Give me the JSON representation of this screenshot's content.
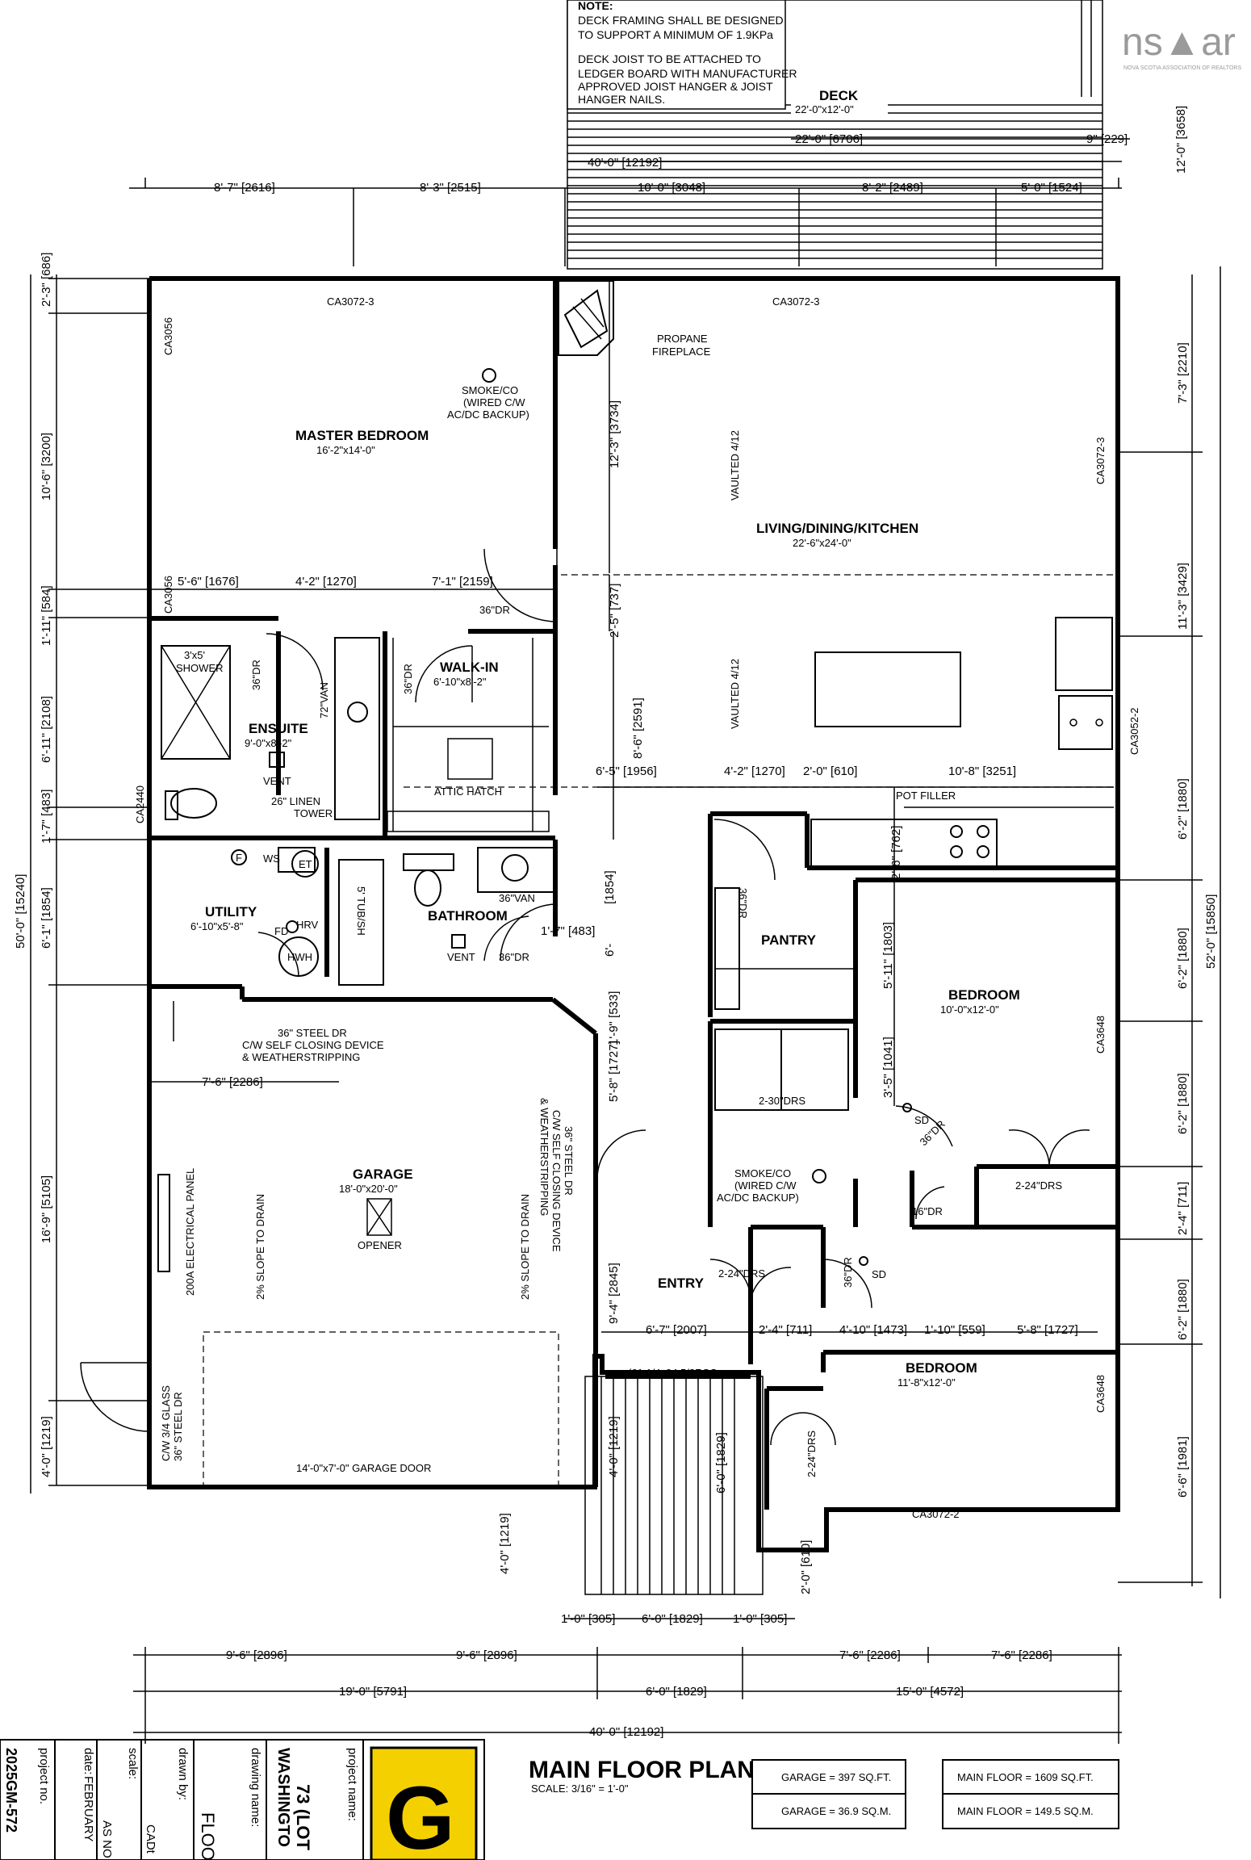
{
  "logo": {
    "brand": "ns▲ar",
    "caption": "NOVA SCOTIA ASSOCIATION OF REALTORS"
  },
  "deck_note": {
    "title": "NOTE:",
    "lines": [
      "DECK FRAMING SHALL BE DESIGNED",
      "TO SUPPORT A MINIMUM OF 1.9KPa",
      "",
      "DECK JOIST TO BE ATTACHED TO",
      "LEDGER BOARD WITH MANUFACTURER",
      "APPROVED JOIST HANGER & JOIST",
      "HANGER NAILS."
    ]
  },
  "deck": {
    "name": "DECK",
    "size": "22'-0\"x12'-0\""
  },
  "rooms": {
    "master": {
      "name": "MASTER BEDROOM",
      "size": "16'-2\"x14'-0\""
    },
    "living": {
      "name": "LIVING/DINING/KITCHEN",
      "size": "22'-6\"x24'-0\""
    },
    "ensuite": {
      "name": "ENSUITE",
      "size": "9'-0\"x8'-2\""
    },
    "walkin": {
      "name": "WALK-IN",
      "size": "6'-10\"x8'-2\""
    },
    "utility": {
      "name": "UTILITY",
      "size": "6'-10\"x5'-8\""
    },
    "bathroom": {
      "name": "BATHROOM"
    },
    "pantry": {
      "name": "PANTRY"
    },
    "bedroom1": {
      "name": "BEDROOM",
      "size": "10'-0\"x12'-0\""
    },
    "garage": {
      "name": "GARAGE",
      "size": "18'-0\"x20'-0\""
    },
    "entry": {
      "name": "ENTRY"
    },
    "bedroom2": {
      "name": "BEDROOM",
      "size": "11'-8\"x12'-0\""
    }
  },
  "notes": {
    "smoke1": [
      "SMOKE/CO",
      "(WIRED C/W",
      "AC/DC BACKUP)"
    ],
    "smoke2": [
      "SMOKE/CO",
      "(WIRED C/W",
      "AC/DC BACKUP)"
    ],
    "fireplace": [
      "PROPANE",
      "FIREPLACE"
    ],
    "vaulted": "VAULTED 4/12",
    "shower": [
      "3'x5'",
      "SHOWER"
    ],
    "vent": "VENT",
    "linen": [
      "26\" LINEN",
      "TOWER"
    ],
    "attic": "ATTIC HATCH",
    "van72": "72\"VAN",
    "van36": "36\"VAN",
    "tub": "5' TUB/SH",
    "ws": "WS",
    "et": "ET",
    "f": "F",
    "fd": "FD",
    "hrv": "HRV",
    "hwh": "HWH",
    "steel_dr": [
      "36\" STEEL DR",
      "C/W SELF CLOSING DEVICE",
      "& WEATHERSTRIPPING"
    ],
    "steel_dr_v": [
      "36\" STEEL DR",
      "C/W SELF CLOSING DEVICE",
      "& WEATHERSTRIPPING"
    ],
    "glass_dr": [
      "36\" STEEL DR",
      "C/W 3/4 GLASS"
    ],
    "panel": "200A ELECTRICAL PANEL",
    "slope": "2% SLOPE TO DRAIN",
    "opener": "OPENER",
    "garage_door": "14'-0\"x7'-0\" GARAGE DOOR",
    "pot_filler": "POT FILLER",
    "sd": "SD",
    "rso": "(61 1/4x94 5/8RSO",
    "dr36": "36\"DR",
    "dr16": "16\"DR",
    "drs_2_30": "2-30\"DRS",
    "drs_2_24": "2-24\"DRS"
  },
  "windows": {
    "ca3072_3a": "CA3072-3",
    "ca3072_3b": "CA3072-3",
    "ca3072_3r": "CA3072-3",
    "ca3056a": "CA3056",
    "ca3056b": "CA3056",
    "ca2440": "CA2440",
    "ca3052_2": "CA3052-2",
    "ca3648a": "CA3648",
    "ca3648b": "CA3648",
    "ca3072_2": "CA3072-2"
  },
  "dims": {
    "top_40": "40'-0\" [12192]",
    "top_1": "8'-7\" [2616]",
    "top_2": "8'-3\" [2515]",
    "top_3": "10'-0\" [3048]",
    "top_4": "8'-2\" [2489]",
    "top_5": "5'-0\" [1524]",
    "deck_22": "22'-0\" [6706]",
    "deck_9": "9\" [229]",
    "deck_12": "12'-0\" [3658]",
    "l_1": "2'-3\" [686]",
    "l_2": "10'-6\" [3200]",
    "l_3": "1'-11\" [584]",
    "l_4": "6'-11\" [2108]",
    "l_5": "1'-7\" [483]",
    "l_6": "6'-1\" [1854]",
    "l_7": "16'-9\" [5105]",
    "l_8": "4'-0\" [1219]",
    "l_50": "50'-0\" [15240]",
    "r_1": "7'-3\" [2210]",
    "r_2": "11'-3\" [3429]",
    "r_3": "6'-2\" [1880]",
    "r_4": "6'-2\" [1880]",
    "r_5": "6'-2\" [1880]",
    "r_6": "2'-4\" [711]",
    "r_7": "6'-2\" [1880]",
    "r_8": "6'-6\" [1981]",
    "r_52": "52'-0\" [15850]",
    "m_1": "5'-6\" [1676]",
    "m_2": "4'-2\" [1270]",
    "m_3": "7'-1\" [2159]",
    "m_4": "12'-3\" [3734]",
    "m_5": "2'-5\" [737]",
    "m_6": "8'-6\" [2591]",
    "m_7": "6'-5\" [1956]",
    "m_8": "4'-2\" [1270]",
    "m_9": "2'-0\" [610]",
    "m_10": "10'-8\" [3251]",
    "m_11": "2'-6\" [762]",
    "m_12": "5'-11\" [1803]",
    "m_13": "3'-5\" [1041]",
    "m_14": "1'-7\" [483]",
    "m_15": "6'-",
    "m_16": "[1854]",
    "m_17": "1'-9\" [533]",
    "m_18": "5'-8\" [1727]",
    "m_19": "9'-4\" [2845]",
    "m_20": "7'-6\" [2286]",
    "m_21": "6'-7\" [2007]",
    "m_22": "2'-4\" [711]",
    "m_23": "4'-10\" [1473]",
    "m_24": "1'-10\" [559]",
    "m_25": "5'-8\" [1727]",
    "m_26": "4'-0\" [1219]",
    "m_27": "6'-0\" [1829]",
    "m_28": "4'-0\" [1219]",
    "m_29": "2'-0\" [610]",
    "b_1": "1'-0\" [305]",
    "b_2": "6'-0\" [1829]",
    "b_3": "1'-0\" [305]",
    "b_4": "9'-6\" [2896]",
    "b_5": "9'-6\" [2896]",
    "b_6": "7'-6\" [2286]",
    "b_7": "7'-6\" [2286]",
    "b_8": "19'-0\" [5791]",
    "b_9": "6'-0\" [1829]",
    "b_10": "15'-0\" [4572]",
    "b_40": "40'-0\" [12192]"
  },
  "title_block": {
    "plan_title": "MAIN FLOOR PLAN",
    "scale": "SCALE: 3/16\" = 1'-0\"",
    "garage_sqft": "GARAGE = 397 SQ.FT.",
    "garage_sqm": "GARAGE = 36.9 SQ.M.",
    "main_sqft": "MAIN FLOOR = 1609 SQ.FT.",
    "main_sqm": "MAIN FLOOR = 149.5 SQ.M.",
    "project_no_label": "project no.",
    "project_no": "2025GM-572",
    "date_label": "date:",
    "date": "FEBRUARY",
    "scale_label": "scale:",
    "scale_value": "AS NO",
    "drawn_label": "drawn by:",
    "drawn": "CADt",
    "drawing_label": "drawing name:",
    "drawing": "FLOOR",
    "project_label": "project name:",
    "project_1": "73 (LOT",
    "project_2": "WASHINGTO"
  }
}
